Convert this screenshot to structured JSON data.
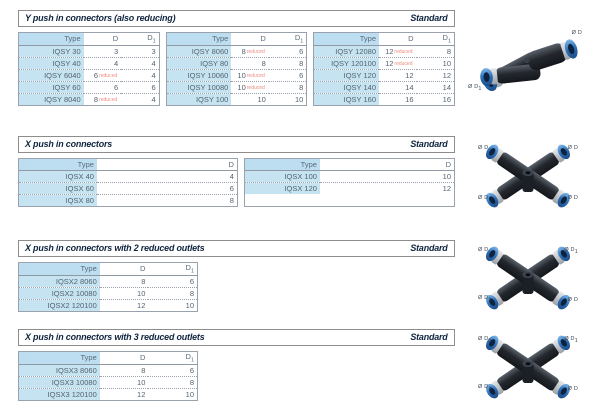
{
  "sections": [
    {
      "id": "y-push-in",
      "title": "Y push in connectors (also reducing)",
      "standard": "Standard",
      "tables": [
        {
          "columns": [
            "Type",
            "D",
            "D₁"
          ],
          "rows": [
            {
              "type": "IQSY 30",
              "d": "3",
              "d1": "3",
              "reduced": false
            },
            {
              "type": "IQSY 40",
              "d": "4",
              "d1": "4",
              "reduced": false
            },
            {
              "type": "IQSY 6040",
              "d": "6",
              "d1": "4",
              "reduced": true
            },
            {
              "type": "IQSY 60",
              "d": "6",
              "d1": "6",
              "reduced": false
            },
            {
              "type": "IQSY 8040",
              "d": "8",
              "d1": "4",
              "reduced": true
            }
          ]
        },
        {
          "columns": [
            "Type",
            "D",
            "D₁"
          ],
          "rows": [
            {
              "type": "IQSY 8060",
              "d": "8",
              "d1": "6",
              "reduced": true
            },
            {
              "type": "IQSY 80",
              "d": "8",
              "d1": "8",
              "reduced": false
            },
            {
              "type": "IQSY 10060",
              "d": "10",
              "d1": "6",
              "reduced": true
            },
            {
              "type": "IQSY 10080",
              "d": "10",
              "d1": "8",
              "reduced": true
            },
            {
              "type": "IQSY 100",
              "d": "10",
              "d1": "10",
              "reduced": false
            }
          ]
        },
        {
          "columns": [
            "Type",
            "D",
            "D₁"
          ],
          "rows": [
            {
              "type": "IQSY 12080",
              "d": "12",
              "d1": "8",
              "reduced": true
            },
            {
              "type": "IQSY 120100",
              "d": "12",
              "d1": "10",
              "reduced": true
            },
            {
              "type": "IQSY 120",
              "d": "12",
              "d1": "12",
              "reduced": false
            },
            {
              "type": "IQSY 140",
              "d": "14",
              "d1": "14",
              "reduced": false
            },
            {
              "type": "IQSY 160",
              "d": "16",
              "d1": "16",
              "reduced": false
            }
          ]
        }
      ],
      "product": {
        "name": "y-connector",
        "labels": [
          {
            "text": "Ø D",
            "pos": "top-right"
          },
          {
            "text": "Ø D₁",
            "pos": "bottom-left"
          }
        ]
      }
    },
    {
      "id": "x-push-in",
      "title": "X push in connectors",
      "standard": "Standard",
      "tables": [
        {
          "columns": [
            "Type",
            "D"
          ],
          "rows": [
            {
              "type": "IQSX 40",
              "d": "4"
            },
            {
              "type": "IQSX 60",
              "d": "6"
            },
            {
              "type": "IQSX 80",
              "d": "8"
            }
          ]
        },
        {
          "columns": [
            "Type",
            "D"
          ],
          "rows": [
            {
              "type": "IQSX 100",
              "d": "10"
            },
            {
              "type": "IQSX 120",
              "d": "12"
            }
          ]
        }
      ],
      "product": {
        "name": "x-connector",
        "labels": [
          {
            "text": "Ø D",
            "pos": "top-left"
          },
          {
            "text": "Ø D",
            "pos": "top-right"
          },
          {
            "text": "Ø D",
            "pos": "bottom-left"
          },
          {
            "text": "Ø D",
            "pos": "bottom-right"
          }
        ]
      }
    },
    {
      "id": "x-push-in-2-reduced",
      "title": "X push in connectors with 2 reduced outlets",
      "standard": "Standard",
      "tables": [
        {
          "columns": [
            "Type",
            "D",
            "D₁"
          ],
          "rows": [
            {
              "type": "IQSX2 8060",
              "d": "8",
              "d1": "6"
            },
            {
              "type": "IQSX2 10080",
              "d": "10",
              "d1": "8"
            },
            {
              "type": "IQSX2 120100",
              "d": "12",
              "d1": "10"
            }
          ]
        }
      ],
      "product": {
        "name": "x-connector-2-reduced",
        "labels": [
          {
            "text": "Ø D",
            "pos": "top-left"
          },
          {
            "text": "Ø D₁",
            "pos": "top-right"
          },
          {
            "text": "Ø D₁",
            "pos": "bottom-left"
          },
          {
            "text": "Ø D",
            "pos": "bottom-right"
          }
        ]
      }
    },
    {
      "id": "x-push-in-3-reduced",
      "title": "X push in connectors with 3 reduced outlets",
      "standard": "Standard",
      "tables": [
        {
          "columns": [
            "Type",
            "D",
            "D₁"
          ],
          "rows": [
            {
              "type": "IQSX3 8060",
              "d": "8",
              "d1": "6"
            },
            {
              "type": "IQSX3 10080",
              "d": "10",
              "d1": "8"
            },
            {
              "type": "IQSX3 120100",
              "d": "12",
              "d1": "10"
            }
          ]
        }
      ],
      "product": {
        "name": "x-connector-3-reduced",
        "labels": [
          {
            "text": "Ø D₁",
            "pos": "top-left"
          },
          {
            "text": "Ø D₁",
            "pos": "top-right"
          },
          {
            "text": "Ø D₁",
            "pos": "bottom-left"
          },
          {
            "text": "Ø D",
            "pos": "bottom-right"
          }
        ]
      }
    }
  ],
  "labels": {
    "reduced_note": "reduced"
  },
  "colors": {
    "type_band": "#c6e3f2",
    "header_text": "#5b6b79",
    "title_text": "#10243f",
    "reduced_text": "#ef8a80",
    "border": "#9aa3ad",
    "fitting_body": "#2b2f36",
    "fitting_collar": "#3f7fc4"
  }
}
